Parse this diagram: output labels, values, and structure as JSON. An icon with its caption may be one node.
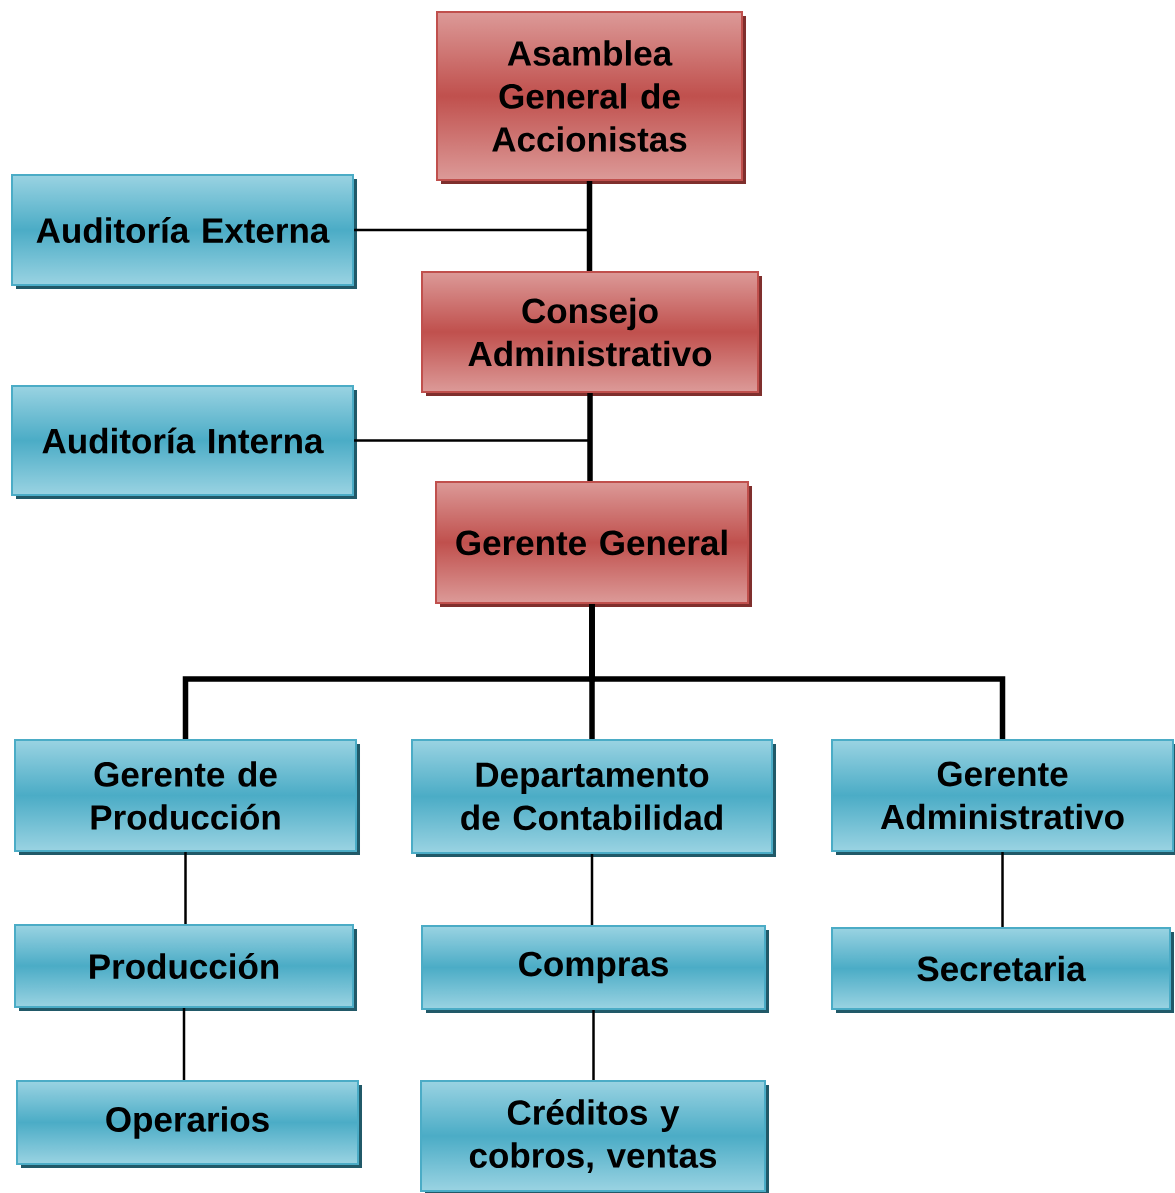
{
  "diagram": {
    "nodes": [
      {
        "text": [
          "Asamblea General de Accionistas"
        ]
      },
      {
        "text": [
          "Auditoría Externa"
        ]
      },
      {
        "text": [
          "Consejo Administrativo"
        ]
      },
      {
        "text": [
          "Auditoría Interna"
        ]
      },
      {
        "text": [
          "Gerente General"
        ]
      },
      {
        "text": [
          "Gerente de Producción"
        ]
      },
      {
        "text": [
          "Departamento de Contabilidad"
        ]
      },
      {
        "text": [
          "Gerente Administrativo"
        ]
      },
      {
        "text": [
          "Producción"
        ]
      },
      {
        "text": [
          "Compras"
        ]
      },
      {
        "text": [
          "Secretaria"
        ]
      },
      {
        "text": [
          "Operarios"
        ]
      },
      {
        "text": [
          "Créditos y cobros, ventas"
        ]
      }
    ],
    "edges": [
      {
        "from": 0,
        "to": 2,
        "arrow": "none",
        "style": "thick"
      },
      {
        "from": 0,
        "to": 1,
        "arrow": "none"
      },
      {
        "from": 2,
        "to": 4,
        "arrow": "none",
        "style": "thick"
      },
      {
        "from": 2,
        "to": 3,
        "arrow": "none"
      },
      {
        "from": 4,
        "to": 5,
        "arrow": "none",
        "style": "thick"
      },
      {
        "from": 4,
        "to": 6,
        "arrow": "none",
        "style": "thick"
      },
      {
        "from": 4,
        "to": 7,
        "arrow": "none",
        "style": "thick"
      },
      {
        "from": 5,
        "to": 8,
        "arrow": "none"
      },
      {
        "from": 8,
        "to": 11,
        "arrow": "none"
      },
      {
        "from": 6,
        "to": 9,
        "arrow": "none"
      },
      {
        "from": 9,
        "to": 12,
        "arrow": "none"
      },
      {
        "from": 7,
        "to": 10,
        "arrow": "none"
      }
    ]
  }
}
